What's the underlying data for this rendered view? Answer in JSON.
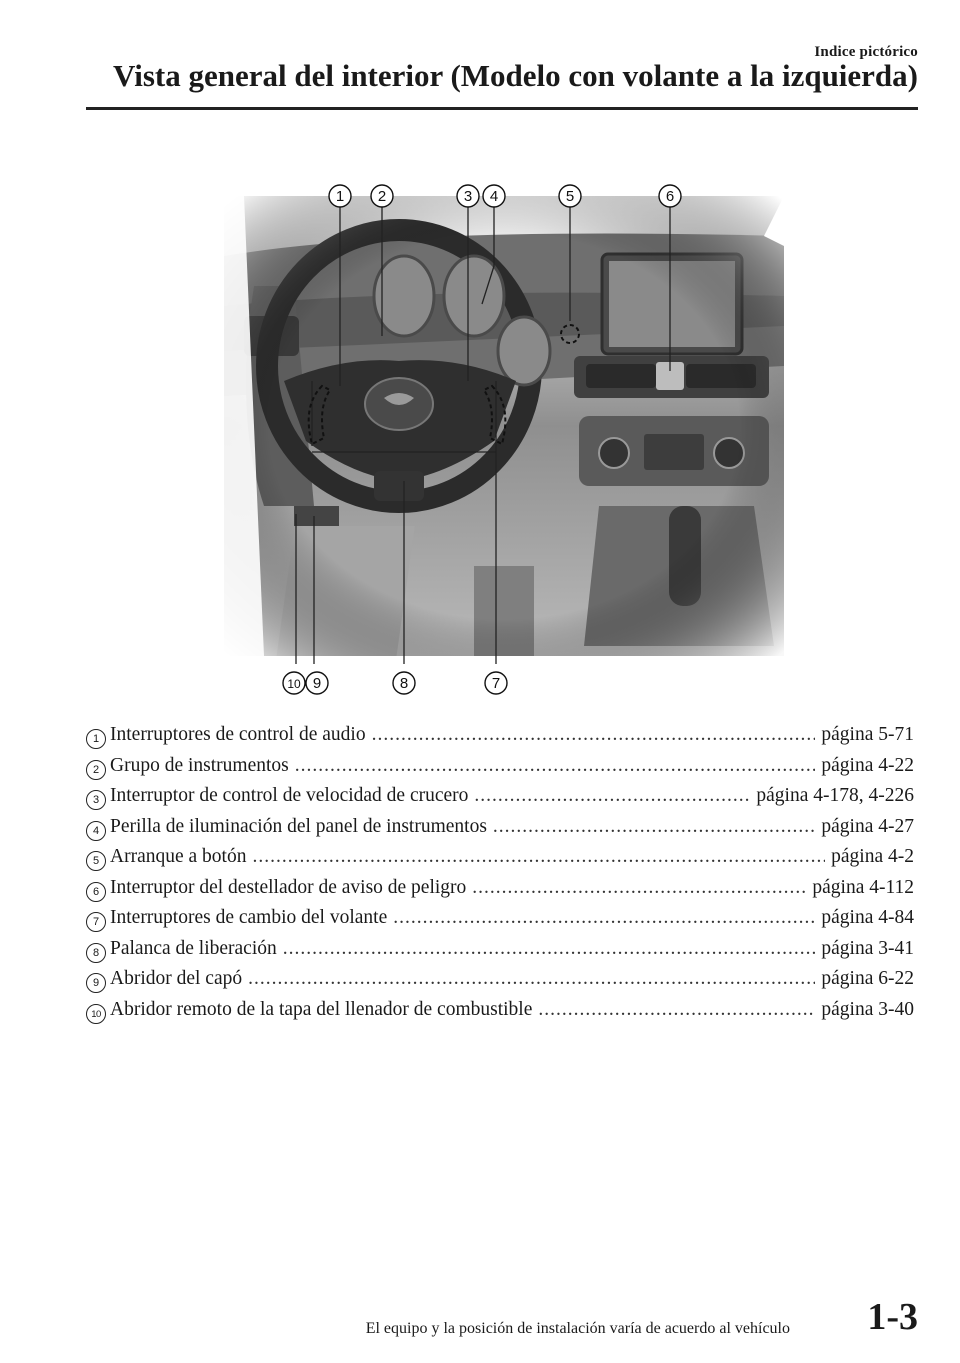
{
  "header": {
    "section": "Indice pictórico",
    "title": "Vista general del interior (Modelo con volante a la izquierda)"
  },
  "callouts": {
    "top": [
      "1",
      "2",
      "3",
      "4",
      "5",
      "6"
    ],
    "bottom": [
      "10",
      "9",
      "8",
      "7"
    ]
  },
  "items": [
    {
      "num": "1",
      "label": "Interruptores de control de audio",
      "page": "página 5-71"
    },
    {
      "num": "2",
      "label": "Grupo de instrumentos",
      "page": "página 4-22"
    },
    {
      "num": "3",
      "label": "Interruptor de control de velocidad de crucero",
      "page": "página 4-178, 4-226"
    },
    {
      "num": "4",
      "label": "Perilla de iluminación del panel de instrumentos",
      "page": "página 4-27"
    },
    {
      "num": "5",
      "label": "Arranque a botón",
      "page": "página 4-2"
    },
    {
      "num": "6",
      "label": "Interruptor del destellador de aviso de peligro",
      "page": "página 4-112"
    },
    {
      "num": "7",
      "label": "Interruptores de cambio del volante",
      "page": "página 4-84"
    },
    {
      "num": "8",
      "label": "Palanca de liberación",
      "page": "página 3-41"
    },
    {
      "num": "9",
      "label": "Abridor del capó",
      "page": "página 6-22"
    },
    {
      "num": "10",
      "label": "Abridor remoto de la tapa del llenador de combustible",
      "page": "página 3-40"
    }
  ],
  "footer": {
    "note": "El equipo y la posición de instalación varía de acuerdo al vehículo",
    "page_number": "1-3"
  }
}
